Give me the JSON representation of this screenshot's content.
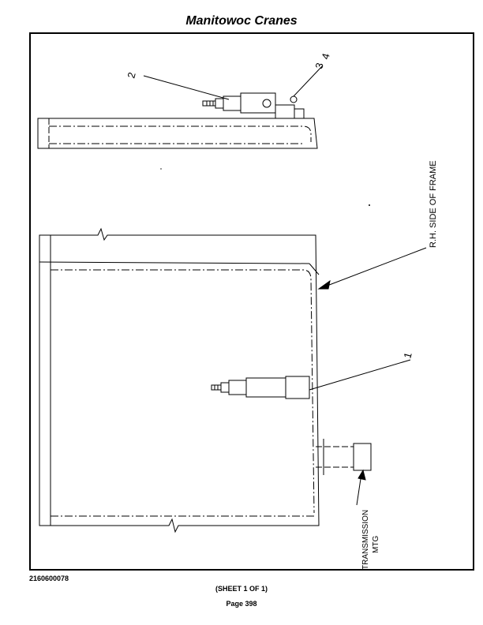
{
  "header": {
    "title": "Manitowoc Cranes"
  },
  "drawing": {
    "callouts": [
      "1",
      "2",
      "3",
      "4"
    ],
    "frame_label": "R.H. SIDE OF FRAME",
    "mount_label_line1": "TRANSMISSION",
    "mount_label_line2": "MTG"
  },
  "footer": {
    "drawing_number": "2160600078",
    "sheet": "(SHEET 1 OF 1)",
    "page": "Page 398"
  }
}
